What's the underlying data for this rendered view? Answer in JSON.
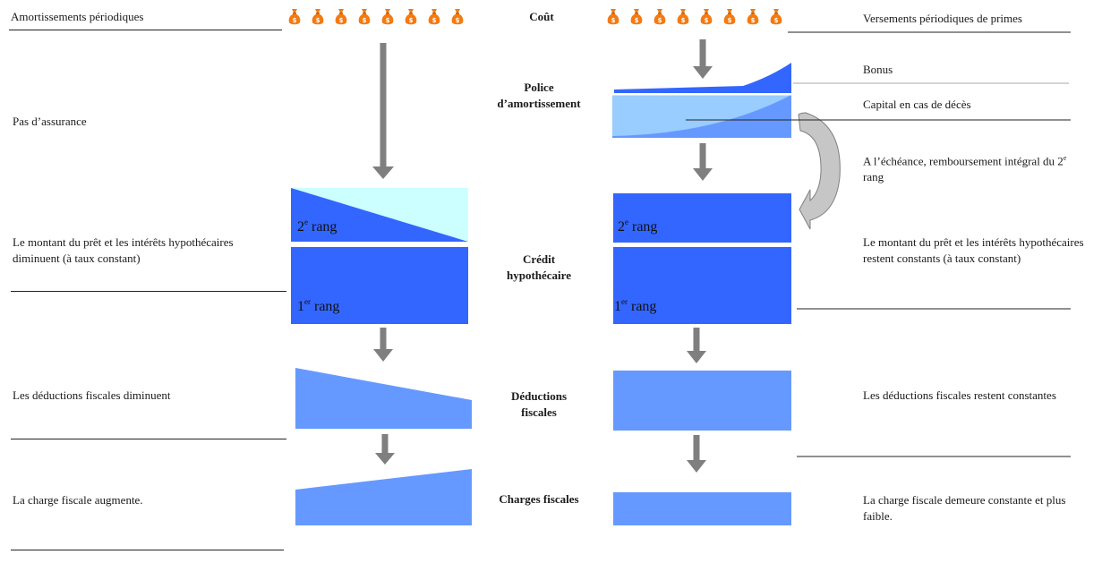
{
  "colors": {
    "dark_blue": "#3366ff",
    "mid_blue": "#6699ff",
    "light_blue": "#99ccff",
    "pale_cyan": "#ccffff",
    "arrow_grey": "#7f7f7f",
    "bag_orange": "#f47a12"
  },
  "icons": {
    "money_bag": "money-bag-icon"
  },
  "left": {
    "header": "Amortissements périodiques",
    "no_insurance": "Pas d’assurance",
    "loan_note": "Le montant du prêt et les intérêts hypothécaires diminuent (à taux constant)",
    "deductions_note": "Les déductions fiscales diminuent",
    "tax_note": "La charge fiscale augmente."
  },
  "center": {
    "cost": "Coût",
    "policy": "Police d’amortissement",
    "credit": "Crédit hypothécaire",
    "deductions": "Déductions fiscales",
    "tax": "Charges fiscales"
  },
  "right": {
    "header": "Versements périodiques de primes",
    "bonus": "Bonus",
    "death_capital": "Capital en cas de décès",
    "maturity_pre": "A l’échéance, remboursement intégral du 2",
    "maturity_sup": "e",
    "maturity_post": " rang",
    "loan_note": "Le montant du prêt et les intérêts hypothécaires restent constants (à taux constant)",
    "deductions_note": "Les déductions fiscales restent constantes",
    "tax_note": "La charge fiscale demeure constante et plus faible."
  },
  "ranks": {
    "second_num": "2",
    "second_sup": "e",
    "second_word": " rang",
    "first_num": "1",
    "first_sup": "er",
    "first_word": " rang"
  }
}
